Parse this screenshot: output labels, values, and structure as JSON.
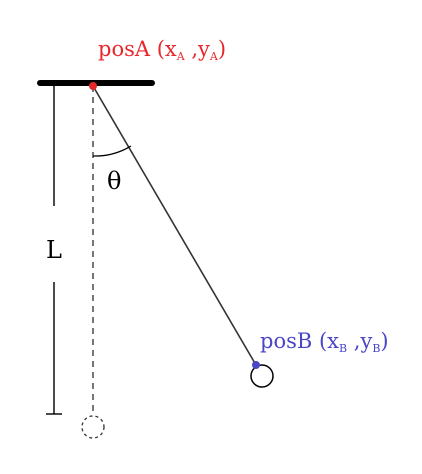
{
  "labels": {
    "pos_a": {
      "name": "posA",
      "open": " (x",
      "sub_x": "A",
      "comma": " ,y",
      "sub_y": "A",
      "close": ")"
    },
    "pos_b": {
      "name": "posB",
      "open": " (x",
      "sub_x": "B",
      "comma": " ,y",
      "sub_y": "B",
      "close": ")"
    },
    "angle": "θ",
    "length": "L"
  },
  "colors": {
    "pos_a": "#e8262b",
    "pos_b": "#4a46c8",
    "line": "#333333",
    "support": "#000000",
    "dashed": "#555555"
  }
}
